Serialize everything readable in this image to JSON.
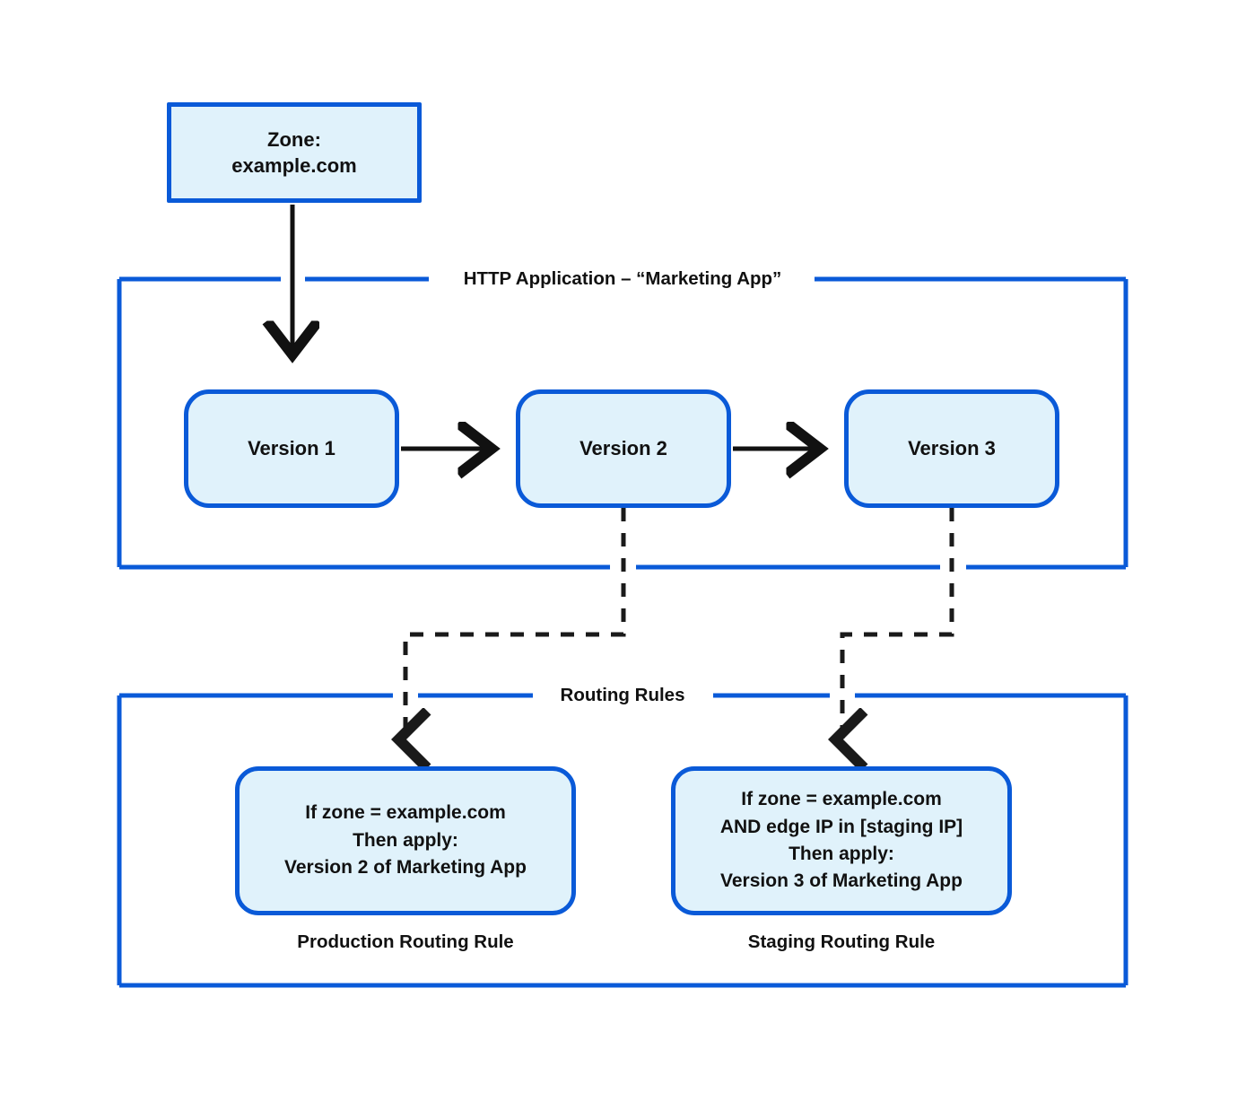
{
  "diagram": {
    "title_zone": "Zone:\nexample.com",
    "groups": {
      "http_application": {
        "title": "HTTP Application – “Marketing App”",
        "versions": [
          {
            "label": "Version 1"
          },
          {
            "label": "Version 2"
          },
          {
            "label": "Version 3"
          }
        ]
      },
      "routing_rules": {
        "title": "Routing Rules",
        "rules": [
          {
            "text": "If zone = example.com\nThen apply:\nVersion 2 of Marketing App",
            "caption": "Production Routing Rule"
          },
          {
            "text": "If zone = example.com\nAND edge IP in [staging IP]\nThen apply:\nVersion 3 of Marketing App",
            "caption": "Staging Routing Rule"
          }
        ]
      }
    },
    "colors": {
      "node_fill": "#e0f2fb",
      "node_border": "#0a5ad8",
      "group_border": "#0a5ad8",
      "connector_solid": "#111111",
      "connector_dashed": "#1a1a1a",
      "background": "#ffffff",
      "text": "#111111"
    }
  }
}
